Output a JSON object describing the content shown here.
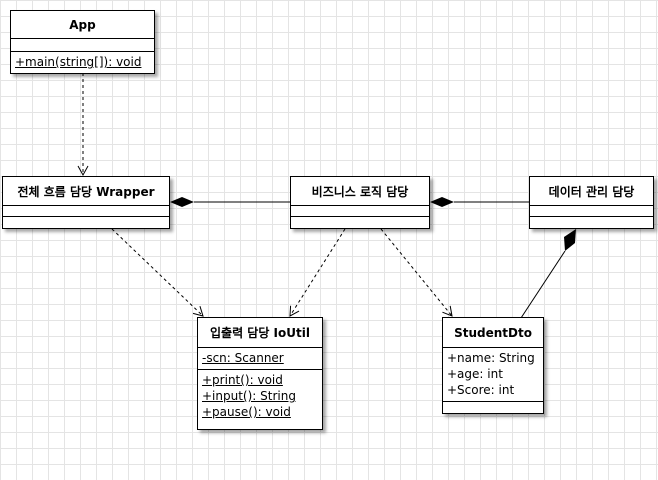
{
  "classes": {
    "app": {
      "name": "App",
      "attributes": [],
      "operations": [
        "+main(string[]): void"
      ]
    },
    "wrapper": {
      "name": "전체 흐름 담당 Wrapper",
      "attributes": [],
      "operations": []
    },
    "business": {
      "name": "비즈니스 로직 담당",
      "attributes": [],
      "operations": []
    },
    "data": {
      "name": "데이터 관리 담당",
      "attributes": [],
      "operations": []
    },
    "ioutil": {
      "name": "입출력 담당 IoUtil",
      "attributes": [
        "-scn: Scanner"
      ],
      "operations": [
        "+print(): void",
        "+input(): String",
        "+pause(): void"
      ]
    },
    "dto": {
      "name": "StudentDto",
      "attributes": [
        "+name: String",
        "+age: int",
        "+Score: int"
      ],
      "operations": []
    }
  },
  "relations": [
    {
      "from": "app",
      "to": "wrapper",
      "type": "dependency"
    },
    {
      "from": "business",
      "to": "wrapper",
      "type": "composition"
    },
    {
      "from": "data",
      "to": "business",
      "type": "composition"
    },
    {
      "from": "wrapper",
      "to": "ioutil",
      "type": "dependency"
    },
    {
      "from": "business",
      "to": "ioutil",
      "type": "dependency"
    },
    {
      "from": "business",
      "to": "dto",
      "type": "dependency"
    },
    {
      "from": "dto",
      "to": "data",
      "type": "composition"
    }
  ]
}
